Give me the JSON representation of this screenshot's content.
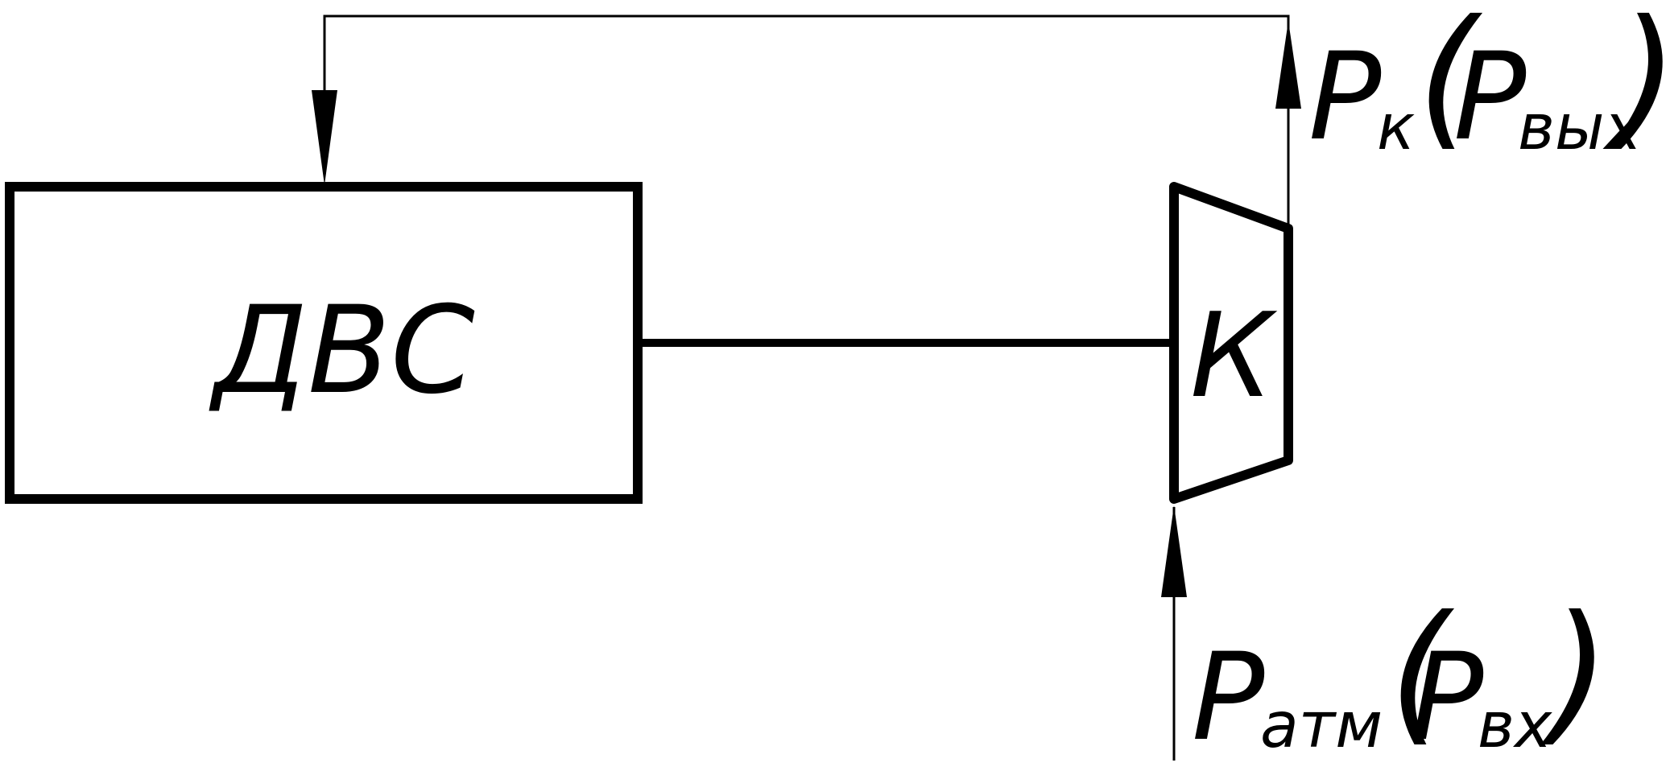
{
  "diagram": {
    "engine_label": "ДВС",
    "compressor_label": "К",
    "outlet_label": {
      "symbol": "P",
      "subscript": "к",
      "paren_open": "(",
      "alt_symbol": "P",
      "alt_subscript": "вых",
      "paren_close": ")"
    },
    "inlet_label": {
      "symbol": "P",
      "subscript": "атм",
      "paren_open": "(",
      "alt_symbol": "P",
      "alt_subscript": "вх",
      "paren_close": ")"
    }
  }
}
